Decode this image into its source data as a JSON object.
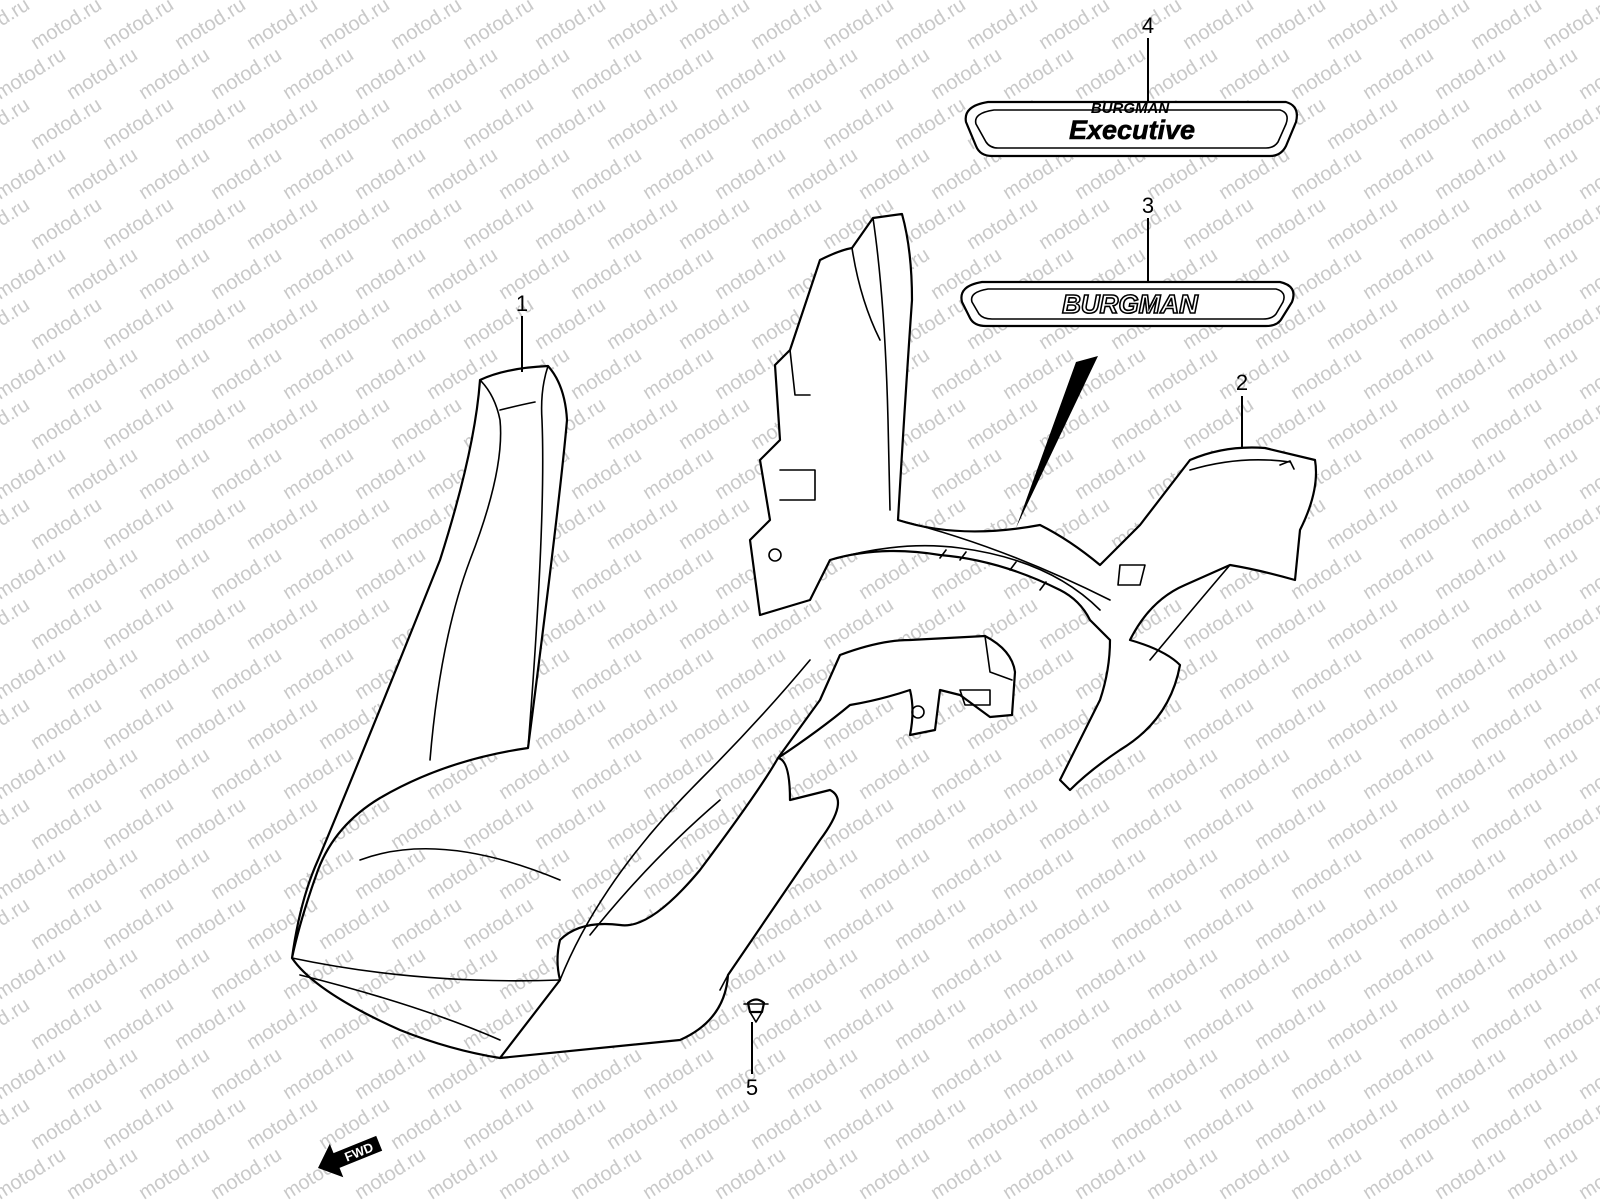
{
  "watermark": {
    "text": "motod.ru",
    "color": "#cccccc"
  },
  "callouts": [
    {
      "id": "1",
      "label": "1"
    },
    {
      "id": "2",
      "label": "2"
    },
    {
      "id": "3",
      "label": "3"
    },
    {
      "id": "4",
      "label": "4"
    },
    {
      "id": "5",
      "label": "5"
    }
  ],
  "emblems": {
    "executive": {
      "line1": "BURGMAN",
      "line2": "Executive"
    },
    "burgman": {
      "text": "BURGMAN"
    }
  },
  "fwd_arrow": {
    "label": "FWD"
  },
  "colors": {
    "line": "#000000",
    "background": "#ffffff"
  }
}
